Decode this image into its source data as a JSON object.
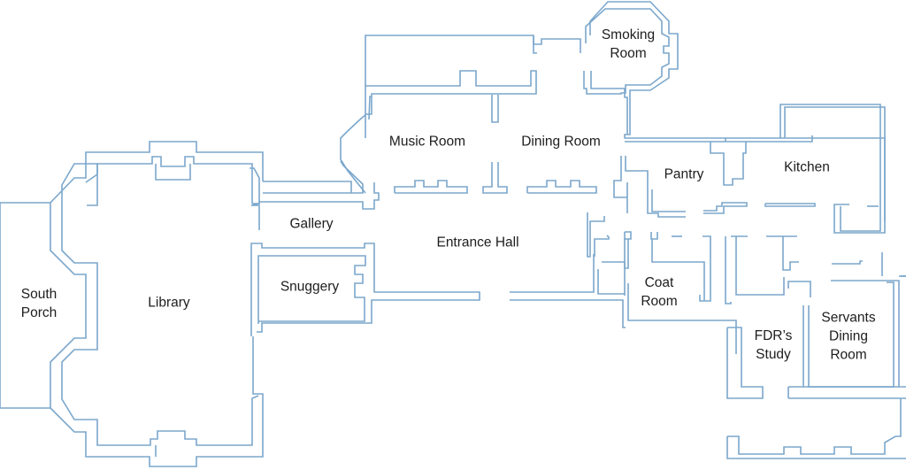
{
  "diagram": {
    "type": "floor-plan",
    "wall_color": "#7ba7cc",
    "text_color": "#1d1d1d",
    "background": "#ffffff",
    "rooms": {
      "south_porch": "South\nPorch",
      "library": "Library",
      "gallery": "Gallery",
      "snuggery": "Snuggery",
      "music_room": "Music Room",
      "dining_room": "Dining Room",
      "smoking_room": "Smoking\nRoom",
      "entrance_hall": "Entrance Hall",
      "pantry": "Pantry",
      "kitchen": "Kitchen",
      "coat_room": "Coat\nRoom",
      "fdrs_study": "FDR’s\nStudy",
      "servants_dining_room": "Servants\nDining\nRoom"
    }
  }
}
